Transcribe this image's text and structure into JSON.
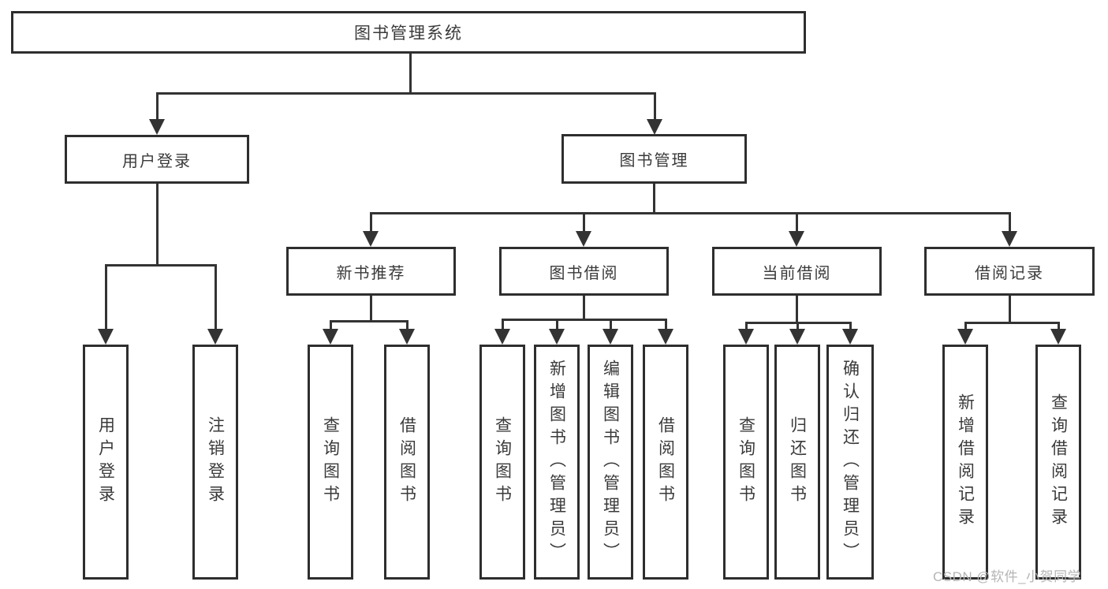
{
  "diagram_title": "图书管理系统",
  "tree": {
    "root": {
      "label": "图书管理系统"
    },
    "branches": [
      {
        "label": "用户登录",
        "children": [
          {
            "label": "用户登录"
          },
          {
            "label": "注销登录"
          }
        ]
      },
      {
        "label": "图书管理",
        "children": [
          {
            "label": "新书推荐",
            "children": [
              {
                "label": "查询图书"
              },
              {
                "label": "借阅图书"
              }
            ]
          },
          {
            "label": "图书借阅",
            "children": [
              {
                "label": "查询图书"
              },
              {
                "label": "新增图书（管理员）"
              },
              {
                "label": "编辑图书（管理员）"
              },
              {
                "label": "借阅图书"
              }
            ]
          },
          {
            "label": "当前借阅",
            "children": [
              {
                "label": "查询图书"
              },
              {
                "label": "归还图书"
              },
              {
                "label": "确认归还（管理员）"
              }
            ]
          },
          {
            "label": "借阅记录",
            "children": [
              {
                "label": "新增借阅记录"
              },
              {
                "label": "查询借阅记录"
              }
            ]
          }
        ]
      }
    ]
  },
  "watermark": {
    "text": "CSDN @软件_小贺同学"
  },
  "colors": {
    "background": "#ffffff",
    "box_border": "#2e2e2e",
    "connector_line": "#333333",
    "label_text": "#3a3a3a",
    "watermark_text": "#b5b5b5"
  }
}
